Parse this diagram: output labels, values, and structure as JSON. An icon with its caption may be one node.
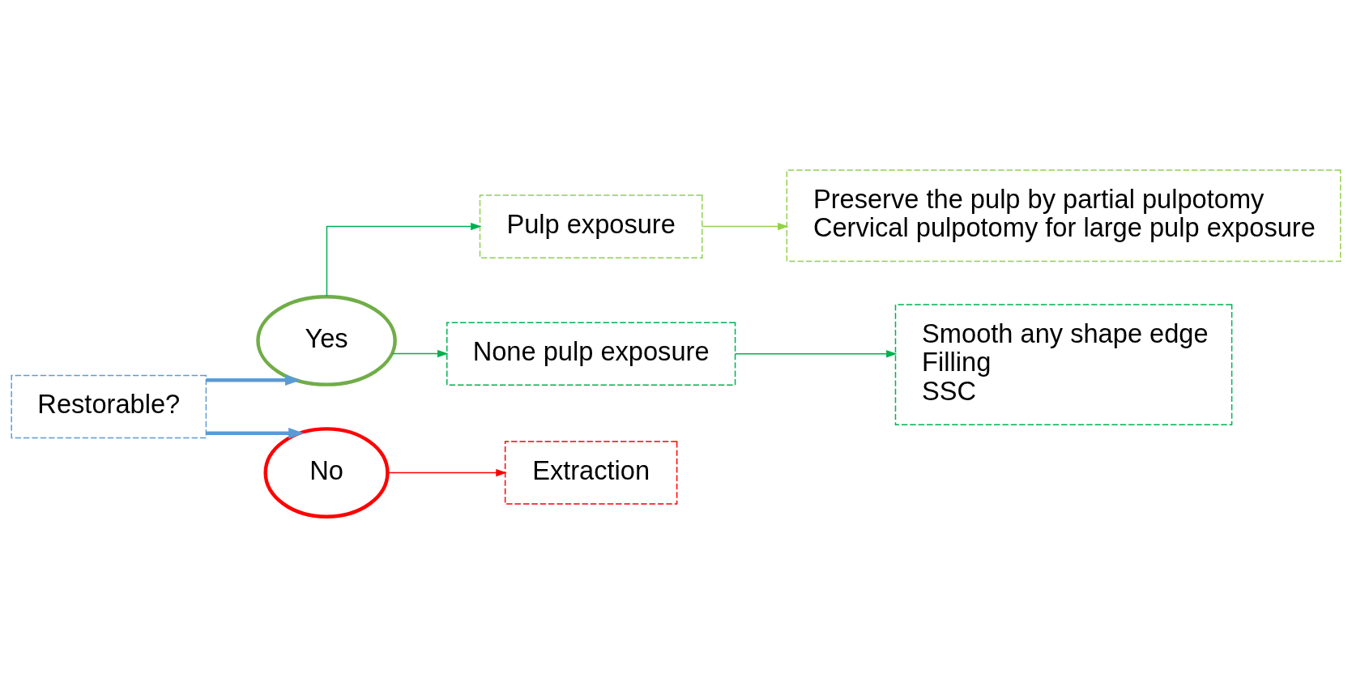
{
  "diagram": {
    "nodes": [
      {
        "text": [
          "Restorable?"
        ]
      },
      {
        "text": [
          "Yes"
        ]
      },
      {
        "text": [
          "No"
        ]
      },
      {
        "text": [
          "Pulp exposure"
        ]
      },
      {
        "text": [
          "Preserve the pulp by partial pulpotomy",
          "Cervical pulpotomy for large pulp exposure"
        ]
      },
      {
        "text": [
          "None pulp exposure"
        ]
      },
      {
        "text": [
          "Smooth any shape edge",
          "Filling",
          "SSC"
        ]
      },
      {
        "text": [
          "Extraction"
        ]
      }
    ],
    "edges": [
      {
        "from": 0,
        "to": 1,
        "arrow": "to",
        "style": "thick",
        "color": "#5b9bd5"
      },
      {
        "from": 0,
        "to": 2,
        "arrow": "to",
        "style": "thick",
        "color": "#5b9bd5"
      },
      {
        "from": 1,
        "to": 3,
        "arrow": "to"
      },
      {
        "from": 1,
        "to": 5,
        "arrow": "to"
      },
      {
        "from": 3,
        "to": 4,
        "arrow": "to",
        "color": "#92d050"
      },
      {
        "from": 5,
        "to": 6,
        "arrow": "to"
      },
      {
        "from": 2,
        "to": 7,
        "arrow": "to",
        "color": "#ff0000"
      }
    ]
  }
}
